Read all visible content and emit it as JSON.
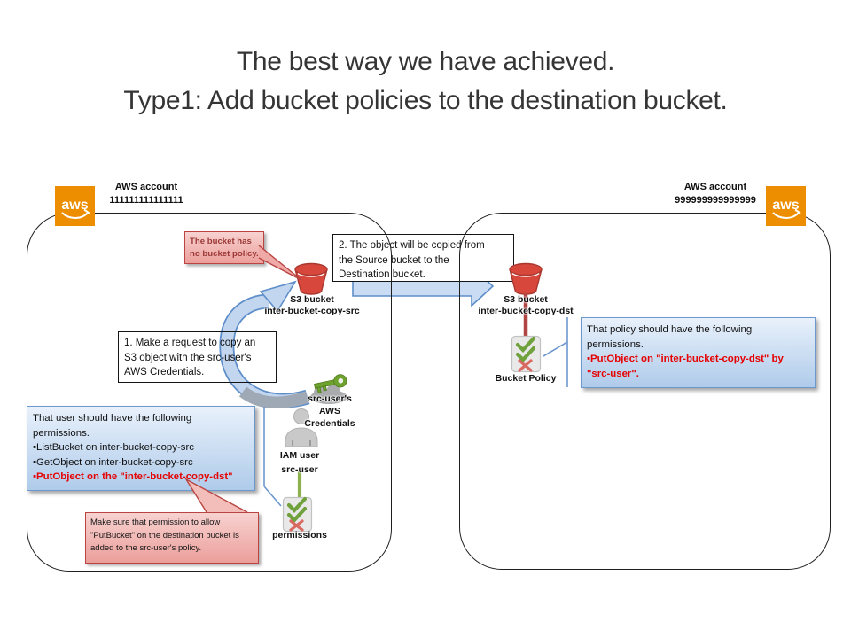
{
  "title": {
    "line1": "The best way we have achieved.",
    "line2": "Type1: Add bucket policies to the destination bucket."
  },
  "accounts": {
    "left": {
      "label": "AWS account",
      "id": "111111111111111"
    },
    "right": {
      "label": "AWS account",
      "id": "999999999999999"
    }
  },
  "logo": {
    "text": "aws"
  },
  "source_bucket": {
    "title": "S3 bucket",
    "name": "inter-bucket-copy-src"
  },
  "dest_bucket": {
    "title": "S3 bucket",
    "name": "inter-bucket-copy-dst"
  },
  "callout_no_policy": {
    "lines": [
      "The bucket has",
      "no bucket policy."
    ]
  },
  "step1_box": {
    "lines": [
      "1. Make a request to copy an",
      "S3 object with the src-user's",
      "AWS Credentials."
    ]
  },
  "step2_box": {
    "lines": [
      "2. The object will be copied from",
      "the Source bucket to the",
      "Destination bucket."
    ]
  },
  "user_permissions_box": {
    "lines_black": [
      "That user should have the following",
      "permissions.",
      "▪ListBucket on inter-bucket-copy-src",
      "▪GetObject on inter-bucket-copy-src"
    ],
    "line_red": "▪PutObject on the \"inter-bucket-copy-dst\""
  },
  "policy_permissions_box": {
    "lines_black": [
      "That policy should have the following",
      "permissions."
    ],
    "lines_red": [
      "▪PutObject on \"inter-bucket-copy-dst\" by",
      "\"src-user\"."
    ]
  },
  "callout_make_sure": {
    "lines": [
      "Make sure that permission to allow",
      "\"PutBucket\" on the destination bucket is",
      "added to the src-user's policy."
    ]
  },
  "credentials_label": {
    "lines": [
      "src-user's",
      "AWS",
      "Credentials"
    ]
  },
  "iam_user_label": {
    "lines": [
      "IAM user",
      "src-user"
    ]
  },
  "permissions_label": "permissions",
  "bucket_policy_label": "Bucket Policy",
  "colors": {
    "aws_orange": "#ED8E00",
    "bucket_red": "#D8473C",
    "bucket_red_border": "#A93830",
    "blue_box_border": "#6D98CE",
    "blue_box_top": "#E9F1FB",
    "blue_box_bottom": "#AFCBEA",
    "callout_border_red": "#B94441",
    "callout_text_dark_red": "#9C3735",
    "bold_red_text": "#E60000",
    "arrow_fill": "#C3D6EF",
    "arrow_border": "#5E8EC9",
    "arrow_gray_shade": "#9FA9B6",
    "check_green": "#6FA13C",
    "cross_red": "#D96A62",
    "connector_green": "#8CB14D",
    "connector_dark_red": "#B04543"
  }
}
